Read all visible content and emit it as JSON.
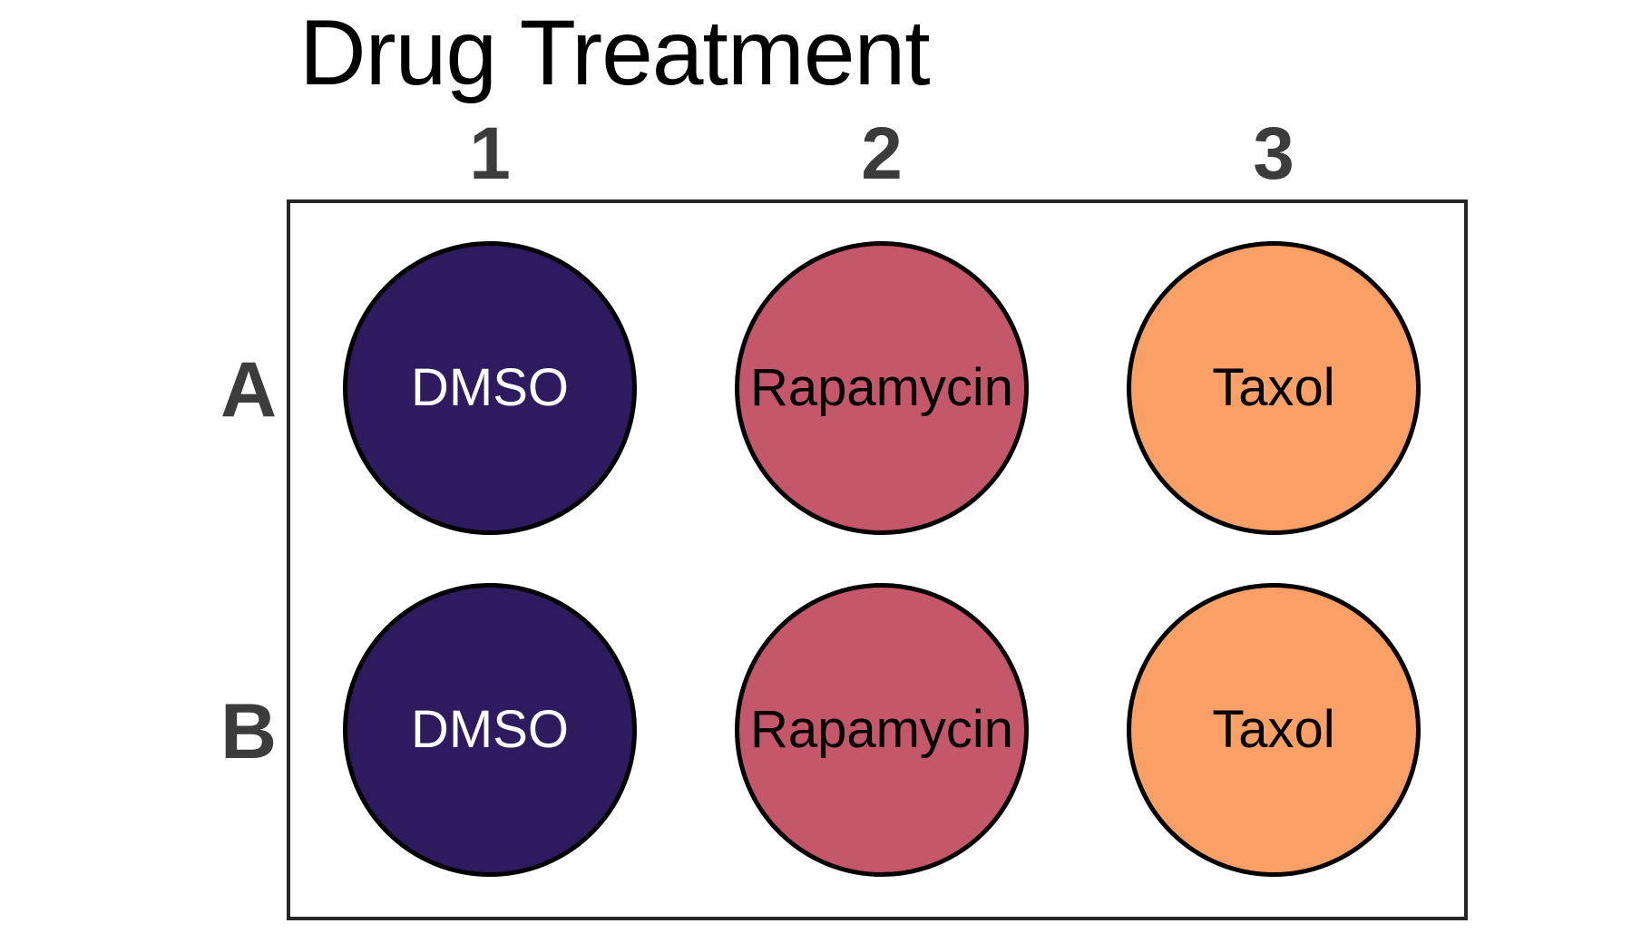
{
  "title": "Drug Treatment",
  "plate": {
    "column_headers": [
      "1",
      "2",
      "3"
    ],
    "row_labels": [
      "A",
      "B"
    ],
    "wells": [
      {
        "row": "A",
        "col": "1",
        "label": "DMSO",
        "color": "#2E1A5E",
        "text_color": "#FFFFFF"
      },
      {
        "row": "A",
        "col": "2",
        "label": "Rapamycin",
        "color": "#C5576B",
        "text_color": "#000000"
      },
      {
        "row": "A",
        "col": "3",
        "label": "Taxol",
        "color": "#FAA066",
        "text_color": "#000000"
      },
      {
        "row": "B",
        "col": "1",
        "label": "DMSO",
        "color": "#2E1A5E",
        "text_color": "#FFFFFF"
      },
      {
        "row": "B",
        "col": "2",
        "label": "Rapamycin",
        "color": "#C5576B",
        "text_color": "#000000"
      },
      {
        "row": "B",
        "col": "3",
        "label": "Taxol",
        "color": "#FAA066",
        "text_color": "#000000"
      }
    ]
  },
  "colors": {
    "background": "#FFFFFF",
    "title_text": "#000000",
    "tick_label_text": "#3C3C3C",
    "plate_border": "#262626",
    "well_border": "#000000",
    "well_dmso": "#2E1A5E",
    "well_rapamycin": "#C5576B",
    "well_taxol": "#FAA066"
  },
  "chart_data": {
    "type": "table",
    "title": "Drug Treatment",
    "rows": [
      "A",
      "B"
    ],
    "columns": [
      "1",
      "2",
      "3"
    ],
    "cells": [
      [
        "DMSO",
        "Rapamycin",
        "Taxol"
      ],
      [
        "DMSO",
        "Rapamycin",
        "Taxol"
      ]
    ],
    "cell_colors": [
      [
        "#2E1A5E",
        "#C5576B",
        "#FAA066"
      ],
      [
        "#2E1A5E",
        "#C5576B",
        "#FAA066"
      ]
    ],
    "layout": "2x3 well plate map, row labels left, column labels top, title above"
  }
}
